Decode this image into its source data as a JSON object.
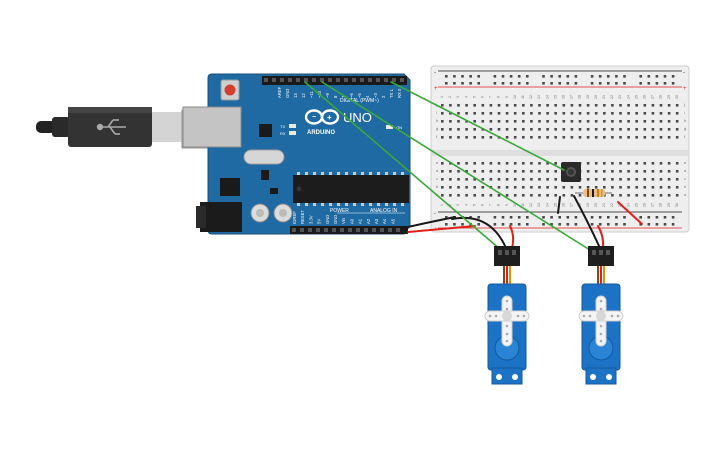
{
  "arduino": {
    "brand": "ARDUINO",
    "model": "UNO",
    "digital_header": "DIGITAL (PWM~)",
    "power_header": "POWER",
    "analog_header": "ANALOG IN",
    "led_on": "ON",
    "led_tx": "TX",
    "led_rx": "RX",
    "top_pins": [
      "AREF",
      "GND",
      "13",
      "12",
      "~11",
      "~10",
      "~9",
      "8",
      "7",
      "~6",
      "~5",
      "4",
      "~3",
      "2",
      "TX 1",
      "RX 0"
    ],
    "bottom_pins": [
      "IOREF",
      "RESET",
      "3.3V",
      "5V",
      "GND",
      "GND",
      "Vin",
      "A0",
      "A1",
      "A2",
      "A3",
      "A4",
      "A5"
    ]
  },
  "breadboard": {
    "columns": 30,
    "row_letters_top": [
      "j",
      "i",
      "h",
      "g",
      "f"
    ],
    "row_letters_bottom": [
      "e",
      "d",
      "c",
      "b",
      "a"
    ],
    "rail_plus": "+",
    "rail_minus": "-"
  },
  "colors": {
    "board_blue": "#1f6aa3",
    "wire_green": "#3aa83a",
    "wire_red": "#e0201b",
    "wire_black": "#1a1a1a",
    "servo_blue": "#1c72c4",
    "breadboard_body": "#eeeeee"
  },
  "icons": {
    "usb": "usb-icon",
    "arduino_logo": "infinity-logo"
  }
}
